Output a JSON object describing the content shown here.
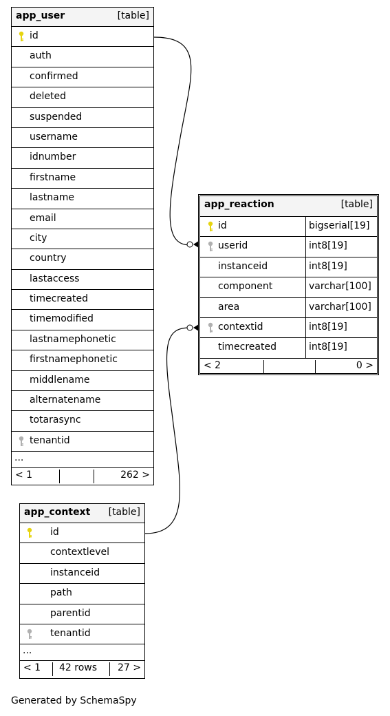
{
  "tables": {
    "app_user": {
      "name": "app_user",
      "kind": "[table]",
      "columns": [
        "id",
        "auth",
        "confirmed",
        "deleted",
        "suspended",
        "username",
        "idnumber",
        "firstname",
        "lastname",
        "email",
        "city",
        "country",
        "lastaccess",
        "timecreated",
        "timemodified",
        "lastnamephonetic",
        "firstnamephonetic",
        "middlename",
        "alternatename",
        "totarasync",
        "tenantid"
      ],
      "more": "...",
      "footer": {
        "left": "< 1",
        "mid": "",
        "right": "262 >"
      }
    },
    "app_reaction": {
      "name": "app_reaction",
      "kind": "[table]",
      "columns": [
        {
          "name": "id",
          "type": "bigserial[19]"
        },
        {
          "name": "userid",
          "type": "int8[19]"
        },
        {
          "name": "instanceid",
          "type": "int8[19]"
        },
        {
          "name": "component",
          "type": "varchar[100]"
        },
        {
          "name": "area",
          "type": "varchar[100]"
        },
        {
          "name": "contextid",
          "type": "int8[19]"
        },
        {
          "name": "timecreated",
          "type": "int8[19]"
        }
      ],
      "footer": {
        "left": "< 2",
        "mid": "",
        "right": "0 >"
      }
    },
    "app_context": {
      "name": "app_context",
      "kind": "[table]",
      "columns": [
        "id",
        "contextlevel",
        "instanceid",
        "path",
        "parentid",
        "tenantid"
      ],
      "more": "...",
      "footer": {
        "left": "< 1",
        "mid": "42 rows",
        "right": "27 >"
      }
    }
  },
  "key_icons": {
    "primary": "primary-key-icon",
    "foreign": "foreign-key-icon",
    "primary_color": "#e6d40f",
    "foreign_color": "#b0b0b0"
  },
  "generated_by": "Generated by SchemaSpy"
}
